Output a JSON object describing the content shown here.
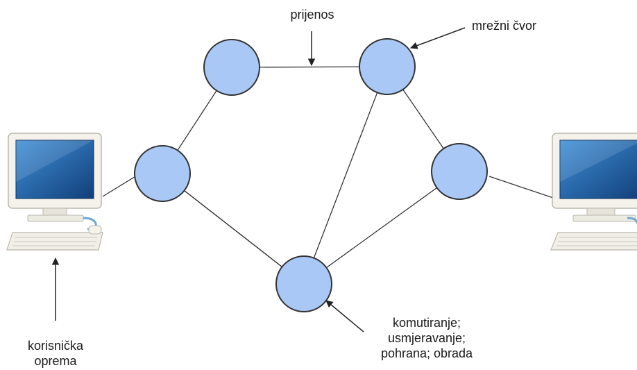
{
  "labels": {
    "transmission": "prijenos",
    "network_node": "mrežni čvor",
    "user_equipment_line1": "korisnička",
    "user_equipment_line2": "oprema",
    "node_functions_line1": "komutiranje;",
    "node_functions_line2": "usmjeravanje;",
    "node_functions_line3": "pohrana; obrada"
  },
  "colors": {
    "node_fill": "#a9c8f5",
    "node_stroke": "#333333",
    "link": "#333333",
    "screen": "#1f5fa8",
    "monitor_body": "#f2f0e8",
    "cable": "#6fa8d8"
  },
  "nodes": [
    "n1",
    "n2",
    "n3",
    "n4",
    "n5",
    "n6"
  ],
  "links": [
    [
      "n1",
      "n2"
    ],
    [
      "n1",
      "n3"
    ],
    [
      "n3",
      "n5"
    ],
    [
      "n2",
      "n4"
    ],
    [
      "n2",
      "n6"
    ],
    [
      "n4",
      "n6"
    ],
    [
      "n3",
      "n6"
    ]
  ],
  "computers": [
    "left-computer",
    "right-computer"
  ]
}
